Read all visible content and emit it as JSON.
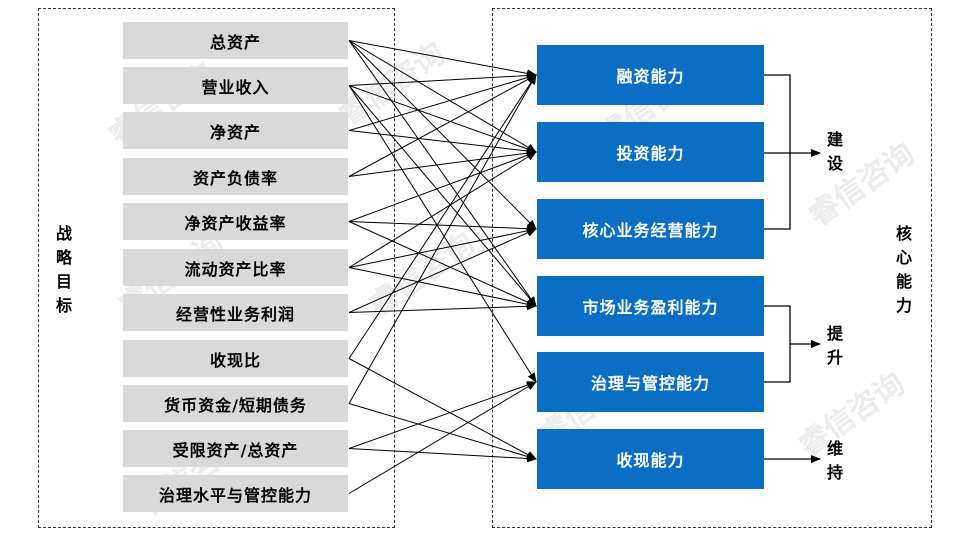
{
  "metrics": [
    {
      "label": "总资产"
    },
    {
      "label": "营业收入"
    },
    {
      "label": "净资产"
    },
    {
      "label": "资产负债率"
    },
    {
      "label": "净资产收益率"
    },
    {
      "label": "流动资产比率"
    },
    {
      "label": "经营性业务利润"
    },
    {
      "label": "收现比"
    },
    {
      "label": "货币资金/短期债务"
    },
    {
      "label": "受限资产/总资产"
    },
    {
      "label": "治理水平与管控能力"
    }
  ],
  "capabilities": [
    {
      "label": "融资能力"
    },
    {
      "label": "投资能力"
    },
    {
      "label": "核心业务经营能力"
    },
    {
      "label": "市场业务盈利能力"
    },
    {
      "label": "治理与管控能力"
    },
    {
      "label": "收现能力"
    }
  ],
  "left_title": [
    "战",
    "略",
    "目",
    "标"
  ],
  "right_title": [
    "核",
    "心",
    "能",
    "力"
  ],
  "groups": [
    {
      "chars": [
        "建",
        "设"
      ]
    },
    {
      "chars": [
        "提",
        "升"
      ]
    },
    {
      "chars": [
        "维",
        "持"
      ]
    }
  ],
  "links": [
    [
      0,
      0
    ],
    [
      0,
      1
    ],
    [
      0,
      2
    ],
    [
      0,
      3
    ],
    [
      1,
      0
    ],
    [
      1,
      1
    ],
    [
      1,
      3
    ],
    [
      1,
      4
    ],
    [
      2,
      0
    ],
    [
      2,
      1
    ],
    [
      3,
      0
    ],
    [
      3,
      1
    ],
    [
      4,
      1
    ],
    [
      4,
      2
    ],
    [
      4,
      3
    ],
    [
      5,
      1
    ],
    [
      5,
      2
    ],
    [
      5,
      3
    ],
    [
      6,
      2
    ],
    [
      6,
      3
    ],
    [
      7,
      0
    ],
    [
      7,
      5
    ],
    [
      8,
      0
    ],
    [
      8,
      5
    ],
    [
      9,
      4
    ],
    [
      9,
      5
    ],
    [
      10,
      4
    ]
  ],
  "watermark": "睿信咨询",
  "colors": {
    "capability_box": "#0a6ec4",
    "metric_box": "#d9d9d9",
    "lines": "#000000"
  }
}
